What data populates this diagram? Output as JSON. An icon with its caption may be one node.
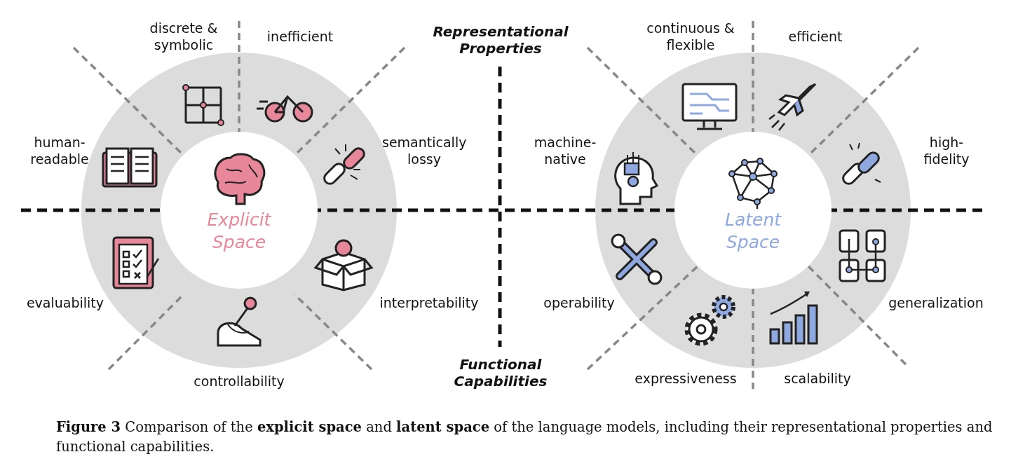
{
  "diagram": {
    "caption": "**Figure 3** Comparison of the **explicit space** and **latent space** of the language models, including their representational properties and functional capabilities.",
    "nodes": [
      {
        "text": [
          "Explicit Space"
        ]
      },
      {
        "text": [
          "Latent Space"
        ]
      }
    ],
    "labels": [
      "discrete & symbolic",
      "inefficient",
      "Representational Properties",
      "continuous & flexible",
      "efficient",
      "human-readable",
      "semantically lossy",
      "machine-native",
      "high-fidelity",
      "evaluability",
      "interpretability",
      "operability",
      "generalization",
      "controllability",
      "Functional Capabilities",
      "expressiveness",
      "scalability"
    ]
  }
}
